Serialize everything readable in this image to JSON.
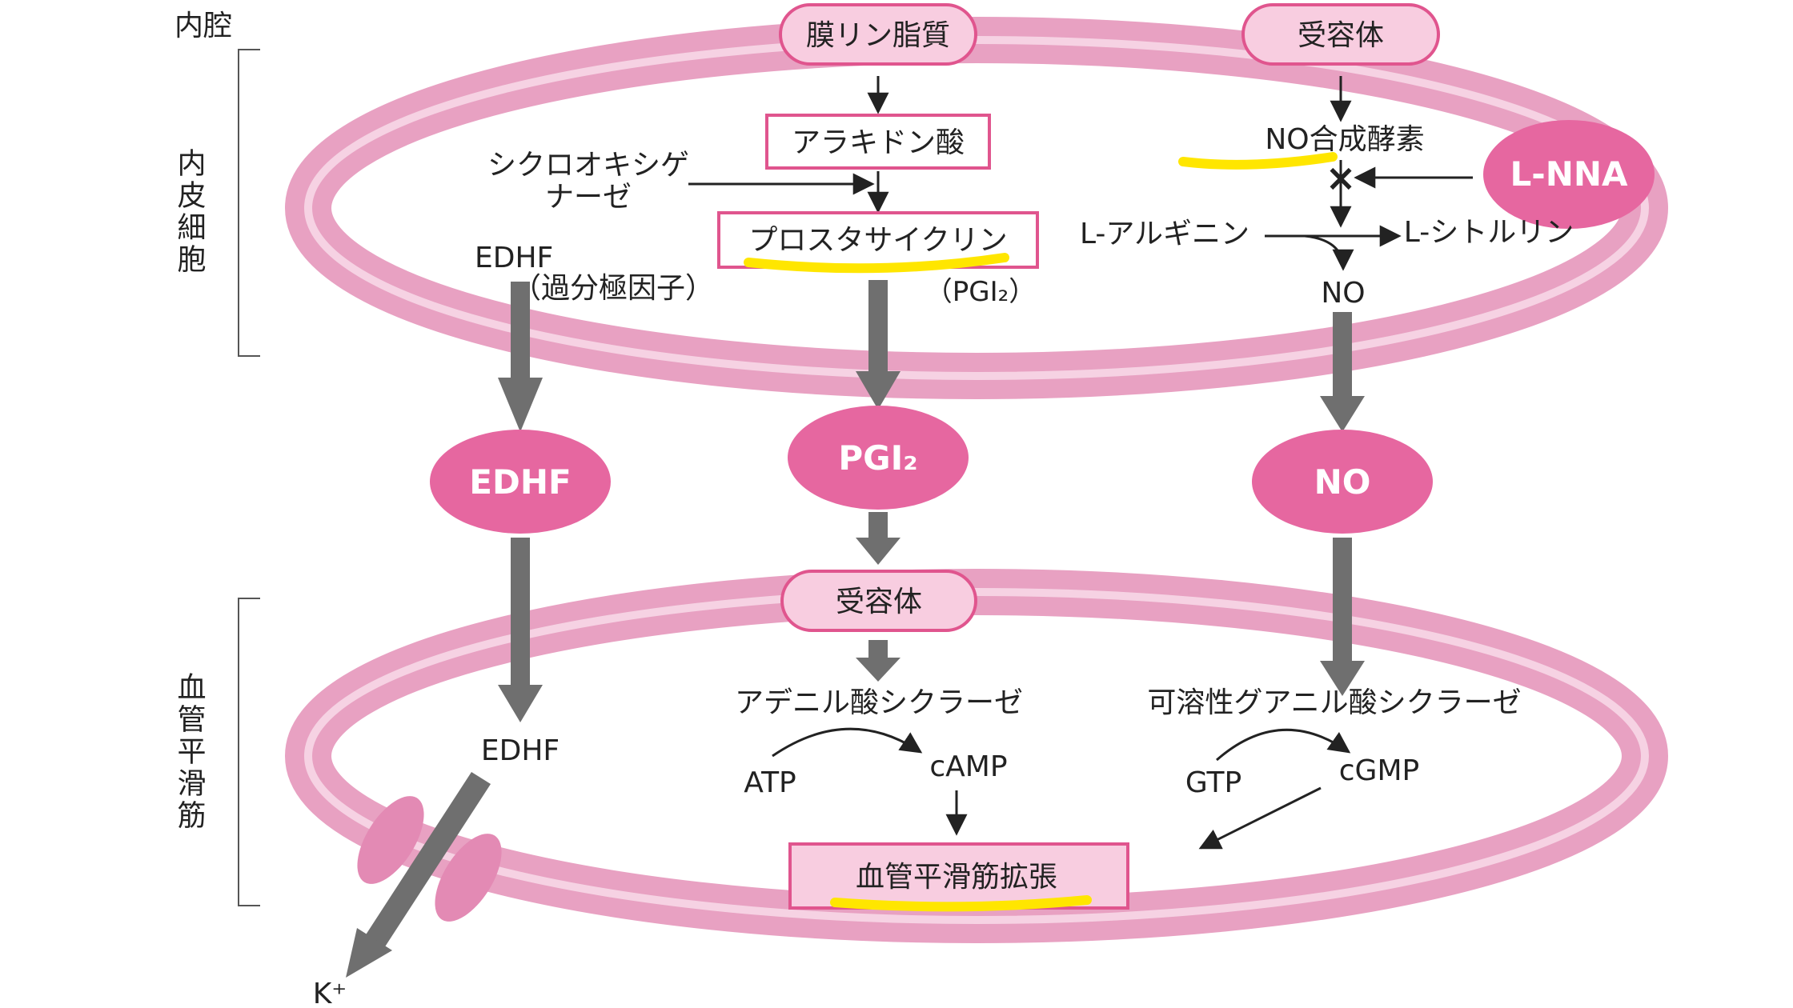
{
  "labels": {
    "lumen": "内腔",
    "endothelial_cell": "内皮細胞",
    "smooth_muscle": "血管平滑筋"
  },
  "top": {
    "membrane_phospholipid": "膜リン脂質",
    "receptor": "受容体",
    "arachidonic_acid": "アラキドン酸",
    "cyclooxygenase_line1": "シクロオキシゲ",
    "cyclooxygenase_line2": "ナーゼ",
    "prostacyclin": "プロスタサイクリン",
    "pgi2_abbr": "（PGI₂）",
    "edhf": "EDHF",
    "edhf_desc": "（過分極因子）",
    "no_synthase": "NO合成酵素",
    "l_nna": "L-NNA",
    "l_arginine": "L-アルギニン",
    "l_citrulline": "L-シトルリン",
    "no": "NO",
    "inhibit_mark": "×"
  },
  "middle": {
    "edhf": "EDHF",
    "pgi2": "PGI₂",
    "no": "NO"
  },
  "bottom": {
    "receptor": "受容体",
    "adenylate_cyclase": "アデニル酸シクラーゼ",
    "soluble_guanylate_cyclase": "可溶性グアニル酸シクラーゼ",
    "edhf": "EDHF",
    "atp": "ATP",
    "camp": "cAMP",
    "gtp": "GTP",
    "cgmp": "cGMP",
    "vasodilation": "血管平滑筋拡張",
    "k_plus": "K⁺"
  },
  "colors": {
    "ring_pink": "#e9a2c3",
    "pill_border": "#e0558e",
    "oval_fill": "#e667a0",
    "grey_arrow": "#6f6f6f",
    "highlight": "#ffe600"
  }
}
